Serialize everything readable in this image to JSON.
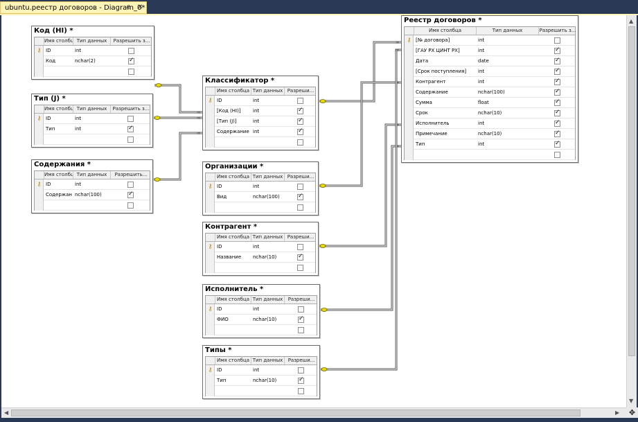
{
  "tab": {
    "title": "ubuntu.реестр договоров - Diagram_0*",
    "pin": "⊕",
    "close": "✕"
  },
  "icons": {
    "key": "primary-key-icon",
    "nullable_checked": "check-icon"
  },
  "colors": {
    "chrome": "#293955",
    "tab": "#fff4b8",
    "connector": "#555555",
    "key_end": "#e8d800"
  },
  "tables": [
    {
      "name": "Код (HI) *",
      "headers": [
        "Имя столбца",
        "Тип данных",
        "Разрешить з..."
      ],
      "rows": [
        {
          "name": "ID",
          "type": "int",
          "allow_null": false,
          "key": true
        },
        {
          "name": "Код",
          "type": "nchar(2)",
          "allow_null": true,
          "key": false
        },
        {
          "name": "",
          "type": "",
          "allow_null": false,
          "key": false,
          "empty": true
        }
      ]
    },
    {
      "name": "Тип (J) *",
      "headers": [
        "Имя столбца",
        "Тип данных",
        "Разрешить з..."
      ],
      "rows": [
        {
          "name": "ID",
          "type": "int",
          "allow_null": false,
          "key": true
        },
        {
          "name": "Тип",
          "type": "int",
          "allow_null": true,
          "key": false
        },
        {
          "name": "",
          "type": "",
          "allow_null": false,
          "key": false,
          "empty": true
        }
      ]
    },
    {
      "name": "Содержания *",
      "headers": [
        "Имя столбца",
        "Тип данных",
        "Разрешить..."
      ],
      "rows": [
        {
          "name": "ID",
          "type": "int",
          "allow_null": false,
          "key": true
        },
        {
          "name": "Содержание",
          "type": "nchar(100)",
          "allow_null": true,
          "key": false
        },
        {
          "name": "",
          "type": "",
          "allow_null": false,
          "key": false,
          "empty": true
        }
      ]
    },
    {
      "name": "Классификатор *",
      "headers": [
        "Имя столбца",
        "Тип данных",
        "Разреши..."
      ],
      "rows": [
        {
          "name": "ID",
          "type": "int",
          "allow_null": false,
          "key": true
        },
        {
          "name": "[Код (HI)]",
          "type": "int",
          "allow_null": true,
          "key": false
        },
        {
          "name": "[Тип (J)]",
          "type": "int",
          "allow_null": true,
          "key": false
        },
        {
          "name": "Содержание",
          "type": "int",
          "allow_null": true,
          "key": false
        },
        {
          "name": "",
          "type": "",
          "allow_null": false,
          "key": false,
          "empty": true
        }
      ]
    },
    {
      "name": "Организации *",
      "headers": [
        "Имя столбца",
        "Тип данных",
        "Разреши..."
      ],
      "rows": [
        {
          "name": "ID",
          "type": "int",
          "allow_null": false,
          "key": true
        },
        {
          "name": "Вид",
          "type": "nchar(100)",
          "allow_null": true,
          "key": false
        },
        {
          "name": "",
          "type": "",
          "allow_null": false,
          "key": false,
          "empty": true
        }
      ]
    },
    {
      "name": "Контрагент *",
      "headers": [
        "Имя столбца",
        "Тип данных",
        "Разреши..."
      ],
      "rows": [
        {
          "name": "ID",
          "type": "int",
          "allow_null": false,
          "key": true
        },
        {
          "name": "Название",
          "type": "nchar(10)",
          "allow_null": true,
          "key": false
        },
        {
          "name": "",
          "type": "",
          "allow_null": false,
          "key": false,
          "empty": true
        }
      ]
    },
    {
      "name": "Исполнитель *",
      "headers": [
        "Имя столбца",
        "Тип данных",
        "Разреши..."
      ],
      "rows": [
        {
          "name": "ID",
          "type": "int",
          "allow_null": false,
          "key": true
        },
        {
          "name": "ФИО",
          "type": "nchar(10)",
          "allow_null": true,
          "key": false
        },
        {
          "name": "",
          "type": "",
          "allow_null": false,
          "key": false,
          "empty": true
        }
      ]
    },
    {
      "name": "Типы *",
      "headers": [
        "Имя столбца",
        "Тип данных",
        "Разреши..."
      ],
      "rows": [
        {
          "name": "ID",
          "type": "int",
          "allow_null": false,
          "key": true
        },
        {
          "name": "Тип",
          "type": "nchar(10)",
          "allow_null": true,
          "key": false
        },
        {
          "name": "",
          "type": "",
          "allow_null": false,
          "key": false,
          "empty": true
        }
      ]
    },
    {
      "name": "Реестр договоров *",
      "headers": [
        "Имя столбца",
        "Тип данных",
        "Разрешить з..."
      ],
      "rows": [
        {
          "name": "[№ договора]",
          "type": "int",
          "allow_null": false,
          "key": true
        },
        {
          "name": "[ГАУ РХ ЦИНТ РХ]",
          "type": "int",
          "allow_null": true,
          "key": false
        },
        {
          "name": "Дата",
          "type": "date",
          "allow_null": true,
          "key": false
        },
        {
          "name": "[Срок поступления]",
          "type": "int",
          "allow_null": true,
          "key": false
        },
        {
          "name": "Контрагент",
          "type": "int",
          "allow_null": true,
          "key": false
        },
        {
          "name": "Содержание",
          "type": "nchar(100)",
          "allow_null": true,
          "key": false
        },
        {
          "name": "Сумма",
          "type": "float",
          "allow_null": true,
          "key": false
        },
        {
          "name": "Срок",
          "type": "nchar(10)",
          "allow_null": true,
          "key": false
        },
        {
          "name": "Исполнитель",
          "type": "int",
          "allow_null": true,
          "key": false
        },
        {
          "name": "Примечание",
          "type": "nchar(10)",
          "allow_null": true,
          "key": false
        },
        {
          "name": "Тип",
          "type": "int",
          "allow_null": true,
          "key": false
        },
        {
          "name": "",
          "type": "",
          "allow_null": false,
          "key": false,
          "empty": true
        }
      ]
    }
  ],
  "relationships": [
    {
      "from": "Код (HI)",
      "to": "Классификатор"
    },
    {
      "from": "Тип (J)",
      "to": "Классификатор"
    },
    {
      "from": "Содержания",
      "to": "Классификатор"
    },
    {
      "from": "Классификатор",
      "to": "Реестр договоров"
    },
    {
      "from": "Организации",
      "to": "Реестр договоров"
    },
    {
      "from": "Контрагент",
      "to": "Реестр договоров"
    },
    {
      "from": "Исполнитель",
      "to": "Реестр договоров"
    },
    {
      "from": "Типы",
      "to": "Реестр договоров"
    }
  ]
}
